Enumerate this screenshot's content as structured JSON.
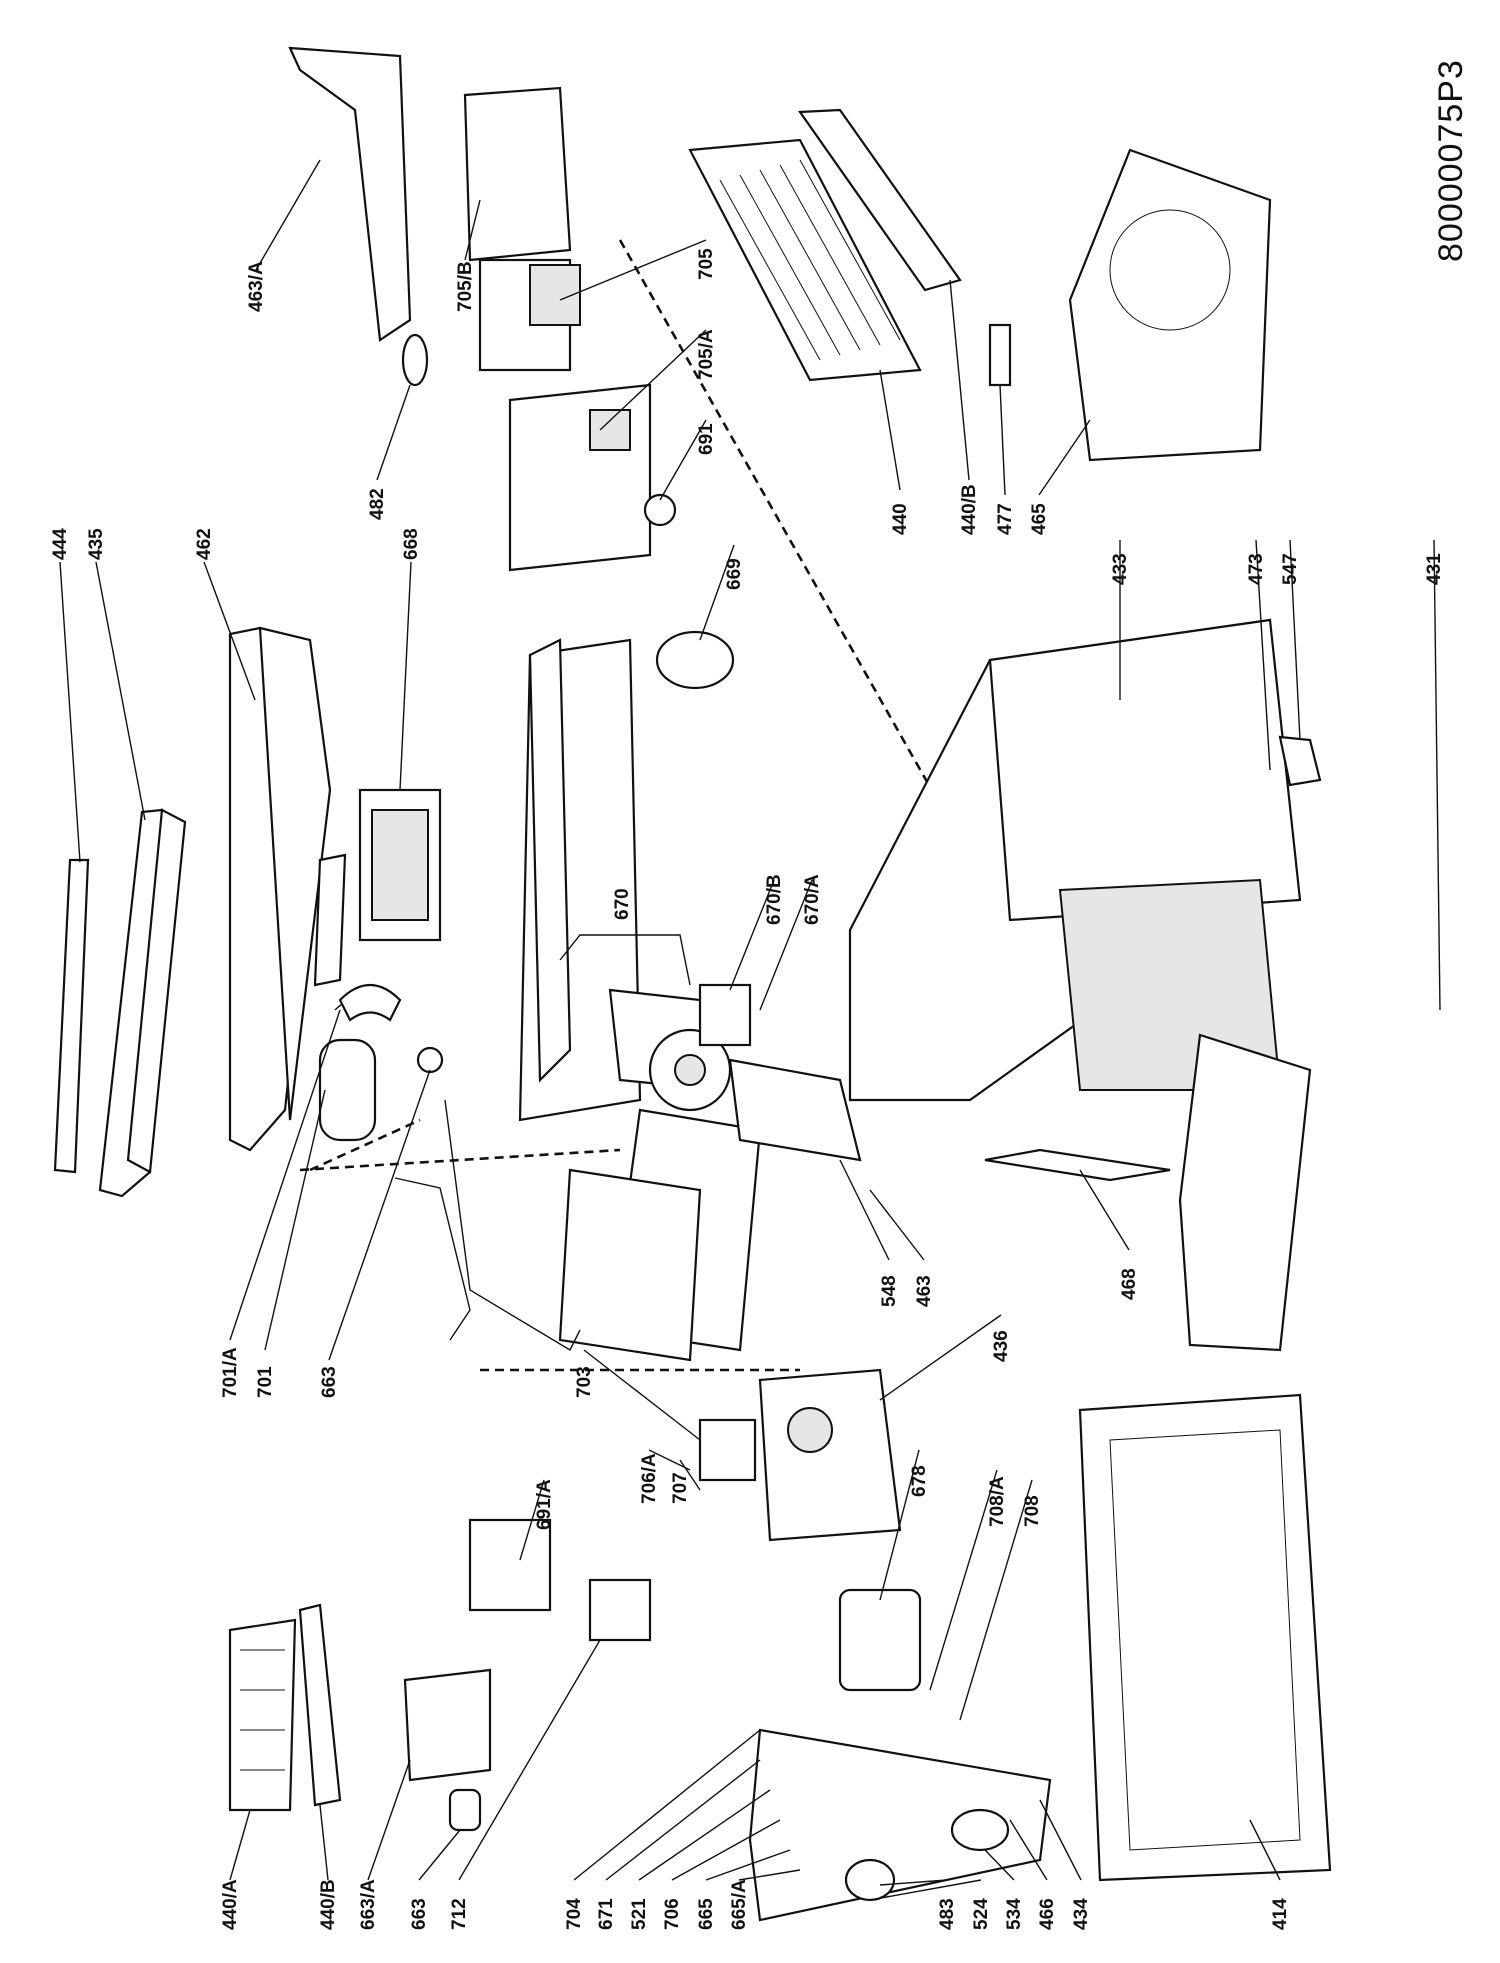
{
  "drawing_code": "80000075P3",
  "callouts": [
    {
      "id": "444",
      "label": "444"
    },
    {
      "id": "435",
      "label": "435"
    },
    {
      "id": "462",
      "label": "462"
    },
    {
      "id": "668",
      "label": "668"
    },
    {
      "id": "482",
      "label": "482"
    },
    {
      "id": "463a",
      "label": "463/A"
    },
    {
      "id": "705b",
      "label": "705/B"
    },
    {
      "id": "705",
      "label": "705"
    },
    {
      "id": "705a",
      "label": "705/A"
    },
    {
      "id": "691",
      "label": "691"
    },
    {
      "id": "669",
      "label": "669"
    },
    {
      "id": "440",
      "label": "440"
    },
    {
      "id": "440b_top",
      "label": "440/B"
    },
    {
      "id": "477",
      "label": "477"
    },
    {
      "id": "465",
      "label": "465"
    },
    {
      "id": "433",
      "label": "433"
    },
    {
      "id": "473",
      "label": "473"
    },
    {
      "id": "547",
      "label": "547"
    },
    {
      "id": "431",
      "label": "431"
    },
    {
      "id": "670",
      "label": "670"
    },
    {
      "id": "670b",
      "label": "670/B"
    },
    {
      "id": "670a",
      "label": "670/A"
    },
    {
      "id": "468",
      "label": "468"
    },
    {
      "id": "701a",
      "label": "701/A"
    },
    {
      "id": "701",
      "label": "701"
    },
    {
      "id": "663_mid",
      "label": "663"
    },
    {
      "id": "548",
      "label": "548"
    },
    {
      "id": "463",
      "label": "463"
    },
    {
      "id": "436",
      "label": "436"
    },
    {
      "id": "703",
      "label": "703"
    },
    {
      "id": "691a",
      "label": "691/A"
    },
    {
      "id": "706a",
      "label": "706/A"
    },
    {
      "id": "707",
      "label": "707"
    },
    {
      "id": "678",
      "label": "678"
    },
    {
      "id": "708a",
      "label": "708/A"
    },
    {
      "id": "708",
      "label": "708"
    },
    {
      "id": "440a",
      "label": "440/A"
    },
    {
      "id": "440b_bot",
      "label": "440/B"
    },
    {
      "id": "663a",
      "label": "663/A"
    },
    {
      "id": "663_bot",
      "label": "663"
    },
    {
      "id": "712",
      "label": "712"
    },
    {
      "id": "704",
      "label": "704"
    },
    {
      "id": "671",
      "label": "671"
    },
    {
      "id": "521",
      "label": "521"
    },
    {
      "id": "706",
      "label": "706"
    },
    {
      "id": "665",
      "label": "665"
    },
    {
      "id": "665a",
      "label": "665/A"
    },
    {
      "id": "483",
      "label": "483"
    },
    {
      "id": "524",
      "label": "524"
    },
    {
      "id": "534",
      "label": "534"
    },
    {
      "id": "466",
      "label": "466"
    },
    {
      "id": "434",
      "label": "434"
    },
    {
      "id": "414",
      "label": "414"
    }
  ]
}
